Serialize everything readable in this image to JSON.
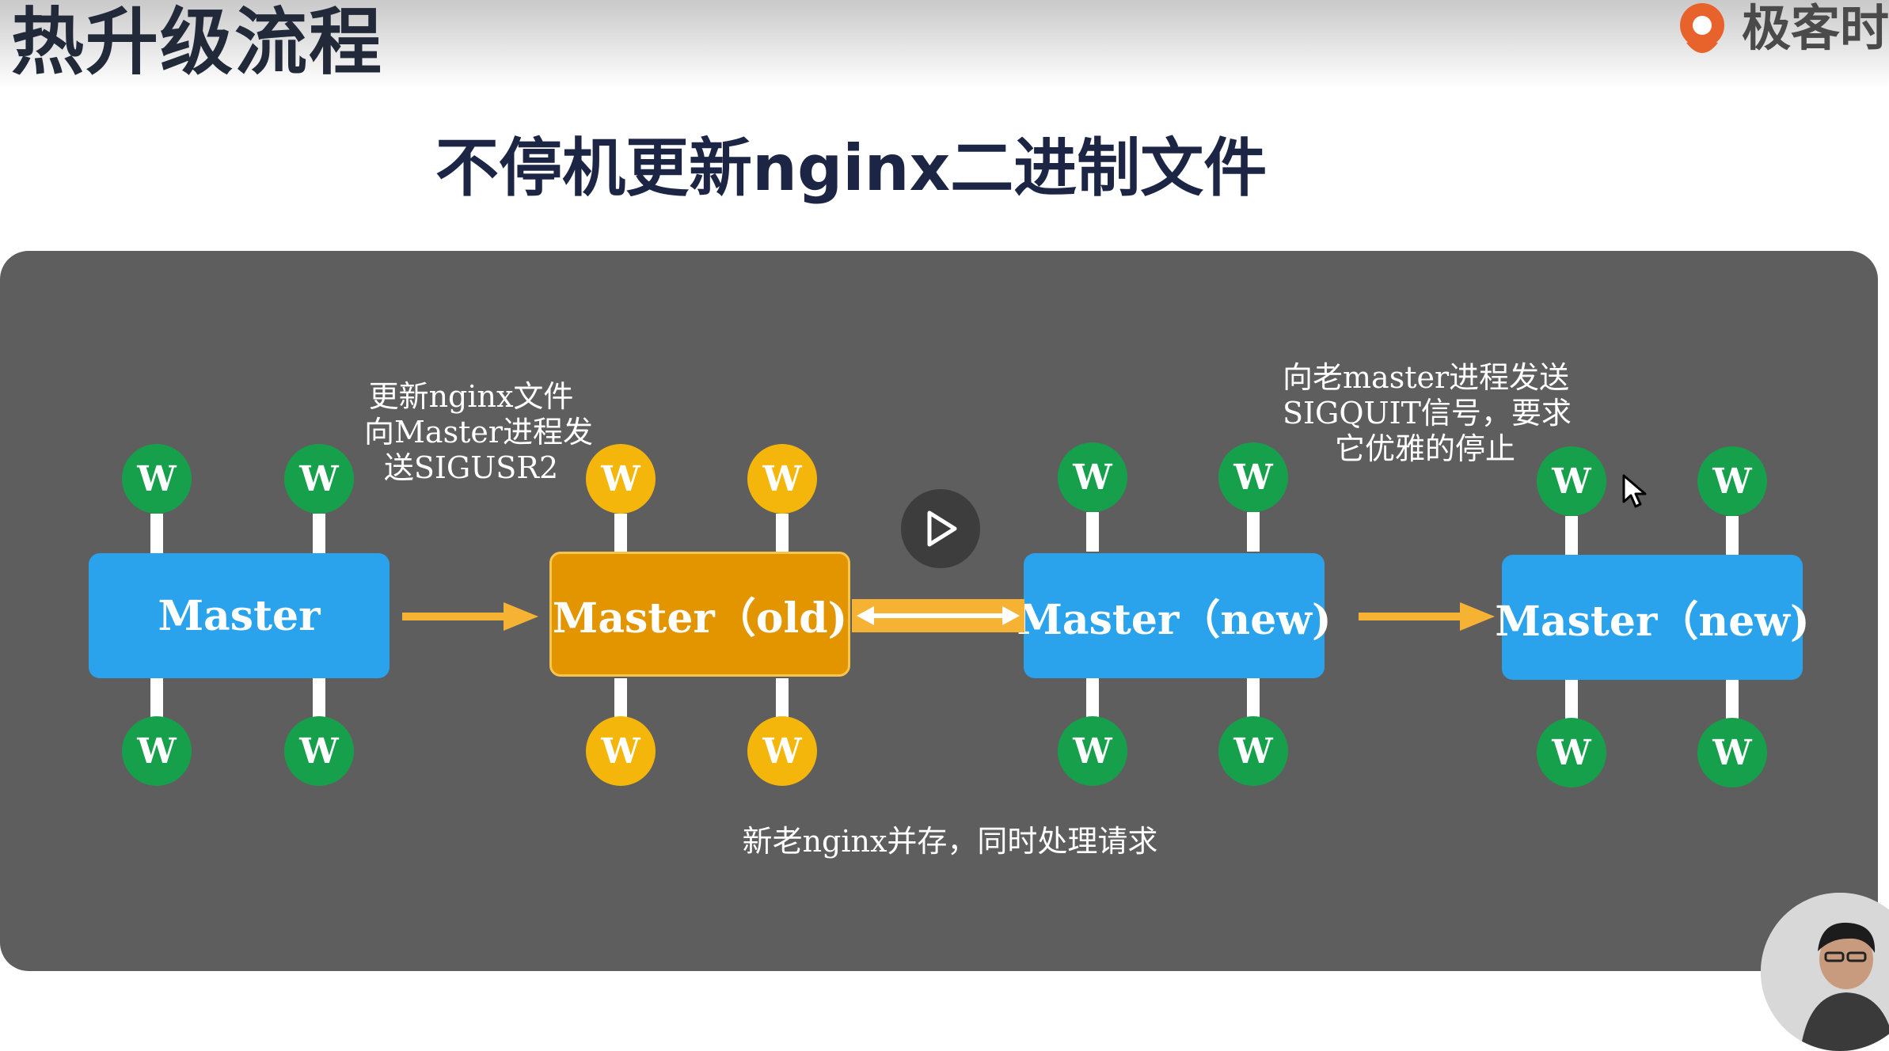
{
  "header": {
    "title": "热升级流程",
    "brand": "极客时",
    "brand_icon": "geektime-logo-icon"
  },
  "subtitle": "不停机更新nginx二进制文件",
  "colors": {
    "master_blue": "#2aa3ec",
    "master_old_orange": "#e39500",
    "worker_green": "#17a04c",
    "worker_yellow": "#f5b60c",
    "arrow": "#f5b233",
    "panel": "#5e5e5e"
  },
  "stages": [
    {
      "label": "Master",
      "worker_label": "W",
      "worker_color": "green"
    },
    {
      "label": "Master（old)",
      "worker_label": "W",
      "worker_color": "yellow"
    },
    {
      "label": "Master（new)",
      "worker_label": "W",
      "worker_color": "green"
    },
    {
      "label": "Master（new)",
      "worker_label": "W",
      "worker_color": "green"
    }
  ],
  "annotations": {
    "step1": [
      "更新nginx文件",
      "向Master进程发",
      "送SIGUSR2"
    ],
    "step3": [
      "向老master进程发送",
      "SIGQUIT信号，要求",
      "它优雅的停止"
    ],
    "coexist": "新老nginx并存，同时处理请求"
  },
  "player": {
    "play_icon": "play-icon",
    "cursor_icon": "mouse-cursor-icon"
  }
}
